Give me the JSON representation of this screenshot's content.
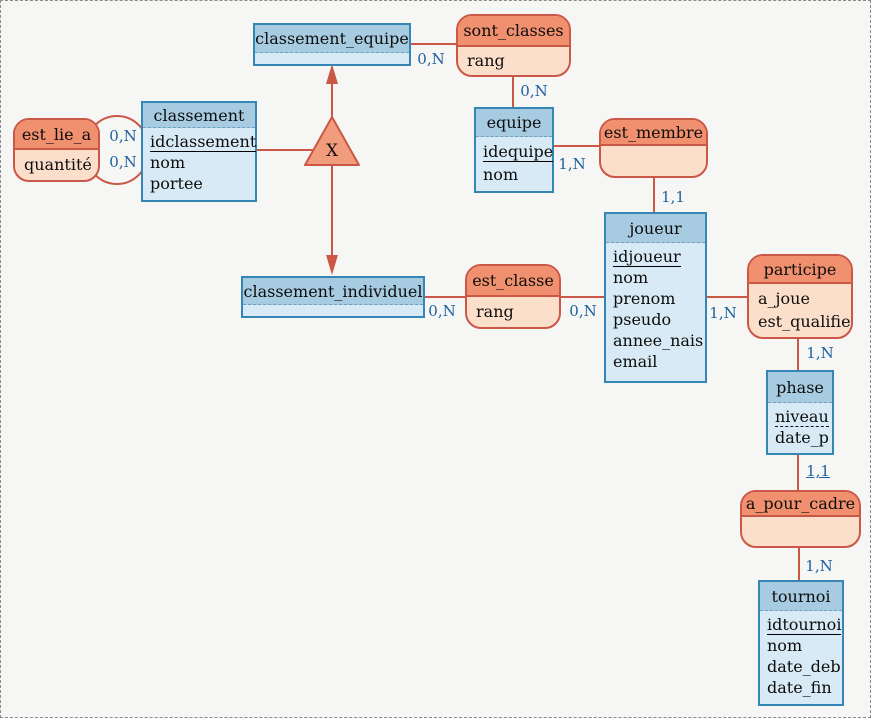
{
  "diagram": {
    "inheritance": {
      "symbol": "X"
    },
    "entities": [
      {
        "id": "classement",
        "title": "classement",
        "attributes": [
          {
            "text": "idclassement",
            "underline": "solid"
          },
          {
            "text": "nom",
            "underline": "none"
          },
          {
            "text": "portee",
            "underline": "none"
          }
        ]
      },
      {
        "id": "classement_equipe",
        "title": "classement_equipe",
        "attributes": []
      },
      {
        "id": "equipe",
        "title": "equipe",
        "attributes": [
          {
            "text": "idequipe",
            "underline": "solid"
          },
          {
            "text": "nom",
            "underline": "none"
          }
        ]
      },
      {
        "id": "joueur",
        "title": "joueur",
        "attributes": [
          {
            "text": "idjoueur",
            "underline": "solid"
          },
          {
            "text": "nom",
            "underline": "none"
          },
          {
            "text": "prenom",
            "underline": "none"
          },
          {
            "text": "pseudo",
            "underline": "none"
          },
          {
            "text": "annee_nais",
            "underline": "none"
          },
          {
            "text": "email",
            "underline": "none"
          }
        ]
      },
      {
        "id": "classement_individuel",
        "title": "classement_individuel",
        "attributes": []
      },
      {
        "id": "phase",
        "title": "phase",
        "attributes": [
          {
            "text": "niveau",
            "underline": "dashed"
          },
          {
            "text": "date_p",
            "underline": "none"
          }
        ]
      },
      {
        "id": "tournoi",
        "title": "tournoi",
        "attributes": [
          {
            "text": "idtournoi",
            "underline": "solid"
          },
          {
            "text": "nom",
            "underline": "none"
          },
          {
            "text": "date_deb",
            "underline": "none"
          },
          {
            "text": "date_fin",
            "underline": "none"
          }
        ]
      }
    ],
    "relationships": [
      {
        "id": "est_lie_a",
        "title": "est_lie_a",
        "attributes": [
          {
            "text": "quantité"
          }
        ]
      },
      {
        "id": "sont_classes",
        "title": "sont_classes",
        "attributes": [
          {
            "text": "rang"
          }
        ]
      },
      {
        "id": "est_membre",
        "title": "est_membre",
        "attributes": []
      },
      {
        "id": "participe",
        "title": "participe",
        "attributes": [
          {
            "text": "a_joue"
          },
          {
            "text": "est_qualifie"
          }
        ]
      },
      {
        "id": "est_classe",
        "title": "est_classe",
        "attributes": [
          {
            "text": "rang"
          }
        ]
      },
      {
        "id": "a_pour_cadre",
        "title": "a_pour_cadre",
        "attributes": []
      }
    ],
    "cardinalities": [
      {
        "id": "el-cl-top",
        "text": "0,N",
        "underlined": false
      },
      {
        "id": "el-cl-bottom",
        "text": "0,N",
        "underlined": false
      },
      {
        "id": "ce-sc",
        "text": "0,N",
        "underlined": false
      },
      {
        "id": "sc-eq",
        "text": "0,N",
        "underlined": false
      },
      {
        "id": "eq-em",
        "text": "1,N",
        "underlined": false
      },
      {
        "id": "em-jo",
        "text": "1,1",
        "underlined": false
      },
      {
        "id": "ci-ec",
        "text": "0,N",
        "underlined": false
      },
      {
        "id": "ec-jo",
        "text": "0,N",
        "underlined": false
      },
      {
        "id": "jo-pa",
        "text": "1,N",
        "underlined": false
      },
      {
        "id": "pa-ph",
        "text": "1,N",
        "underlined": false
      },
      {
        "id": "ph-ap",
        "text": "1,1",
        "underlined": true
      },
      {
        "id": "ap-to",
        "text": "1,N",
        "underlined": false
      }
    ],
    "colors": {
      "entity_border": "#3585b5",
      "entity_header": "#a7cce2",
      "entity_body": "#d8eaf5",
      "relation_border": "#cb5746",
      "relation_header": "#f0906e",
      "relation_body": "#fcdfcb",
      "connection_line": "#cb5746",
      "cardinality_text": "#1c5f9e"
    }
  }
}
